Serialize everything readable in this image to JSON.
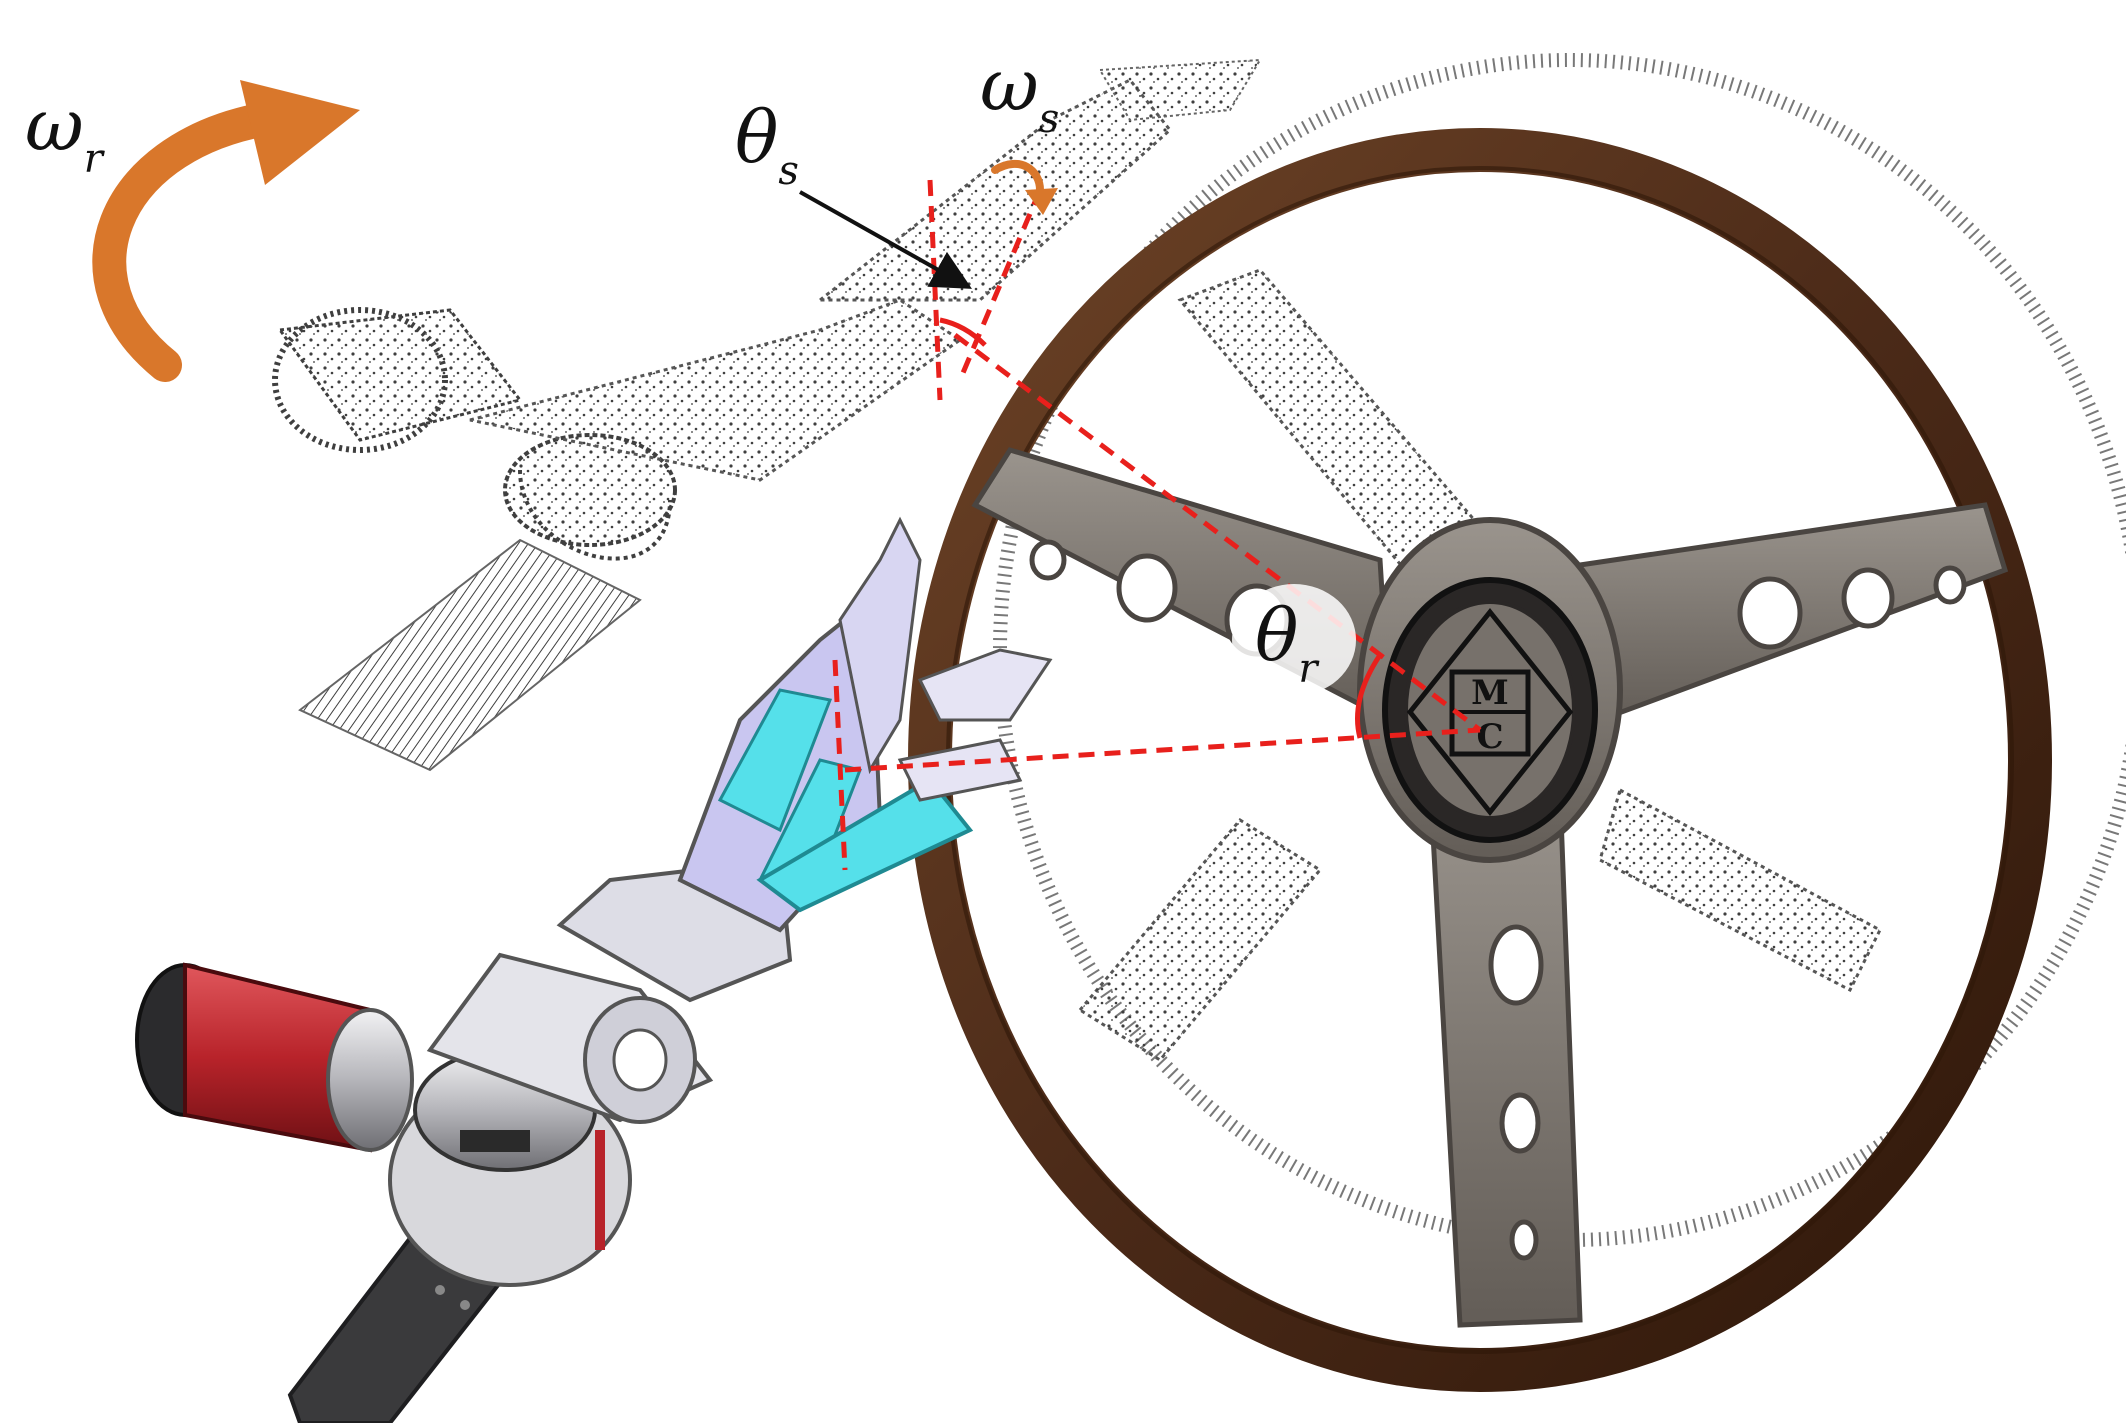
{
  "labels": {
    "omega": "ω",
    "theta": "θ",
    "sub_r": "r",
    "sub_s": "s"
  },
  "logo": {
    "letters": [
      "M",
      "C"
    ]
  },
  "colors": {
    "rotation_arrow": "#D9772B",
    "angle_lines": "#E8201C",
    "wheel_rim": "#4B2A18",
    "wheel_rim_highlight": "#6E4427",
    "spoke_metal": "#7C7670",
    "spoke_edge": "#4A4541",
    "hub_dark": "#2A2726",
    "hand_cyan": "#55E0EA",
    "hand_lilac": "#C9C6F0",
    "actuator_red": "#B8232A",
    "carbon_bar": "#3A3A3C",
    "sketch": "#2B2B2B"
  },
  "icons": {
    "large_rotation_arrow": "curved-arrow-icon",
    "small_rotation_arrow": "curved-arrow-icon",
    "pointer_arrow": "arrow-icon"
  }
}
